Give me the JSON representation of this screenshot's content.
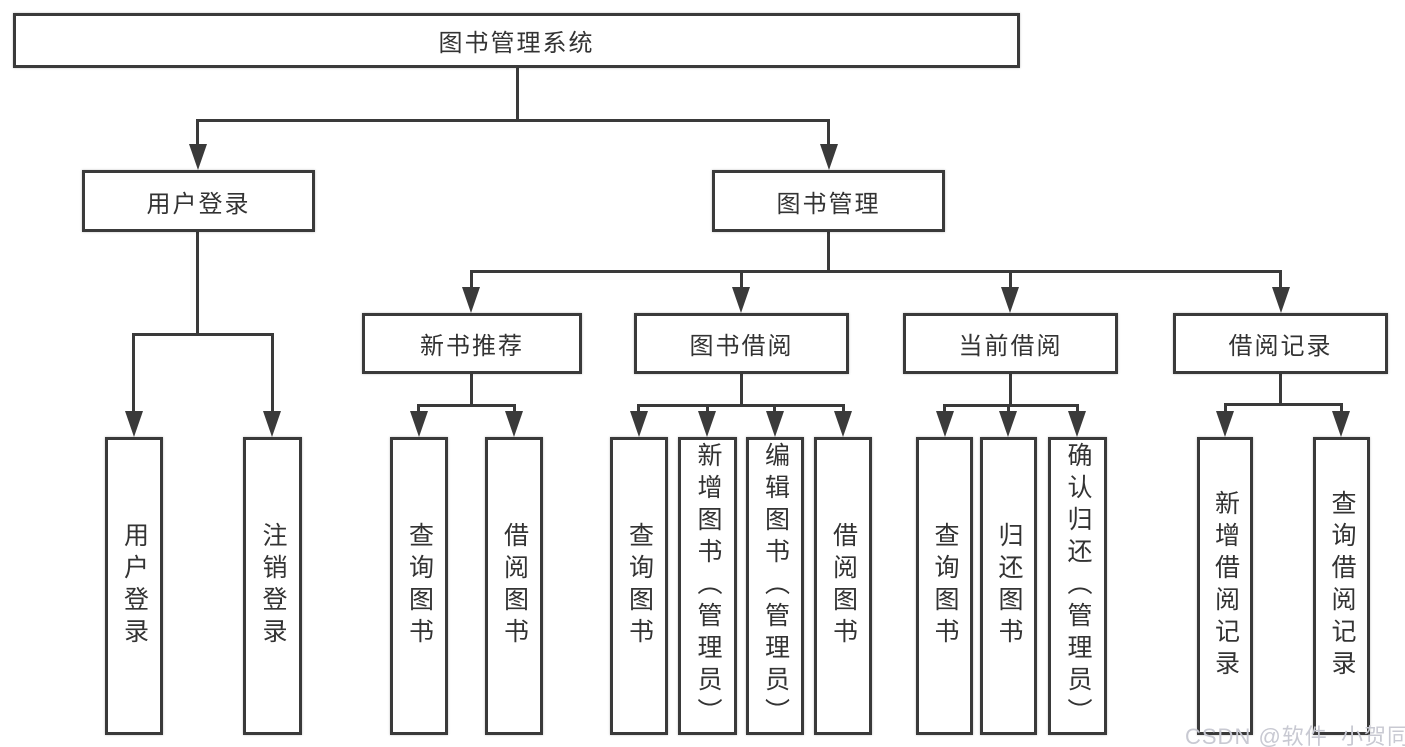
{
  "diagram": {
    "root": {
      "label": "图书管理系统"
    },
    "level1": [
      {
        "id": "user-login",
        "label": "用户登录"
      },
      {
        "id": "book-management",
        "label": "图书管理"
      }
    ],
    "level2": [
      {
        "id": "new-book-recommend",
        "label": "新书推荐"
      },
      {
        "id": "book-borrow",
        "label": "图书借阅"
      },
      {
        "id": "current-borrow",
        "label": "当前借阅"
      },
      {
        "id": "borrow-records",
        "label": "借阅记录"
      }
    ],
    "leaves": {
      "user_login": [
        {
          "label": "用户登录"
        },
        {
          "label": "注销登录"
        }
      ],
      "new_book_recommend": [
        {
          "label": "查询图书"
        },
        {
          "label": "借阅图书"
        }
      ],
      "book_borrow": [
        {
          "label": "查询图书"
        },
        {
          "label": "新增图书（管理员）"
        },
        {
          "label": "编辑图书（管理员）"
        },
        {
          "label": "借阅图书"
        }
      ],
      "current_borrow": [
        {
          "label": "查询图书"
        },
        {
          "label": "归还图书"
        },
        {
          "label": "确认归还（管理员）"
        }
      ],
      "borrow_records": [
        {
          "label": "新增借阅记录"
        },
        {
          "label": "查询借阅记录"
        }
      ]
    }
  },
  "watermark": {
    "text": "CSDN @软件_小贺同学"
  },
  "colors": {
    "line": "#3a3a3a",
    "text": "#333333",
    "watermark": "#c8c9d2",
    "background": "#ffffff"
  }
}
